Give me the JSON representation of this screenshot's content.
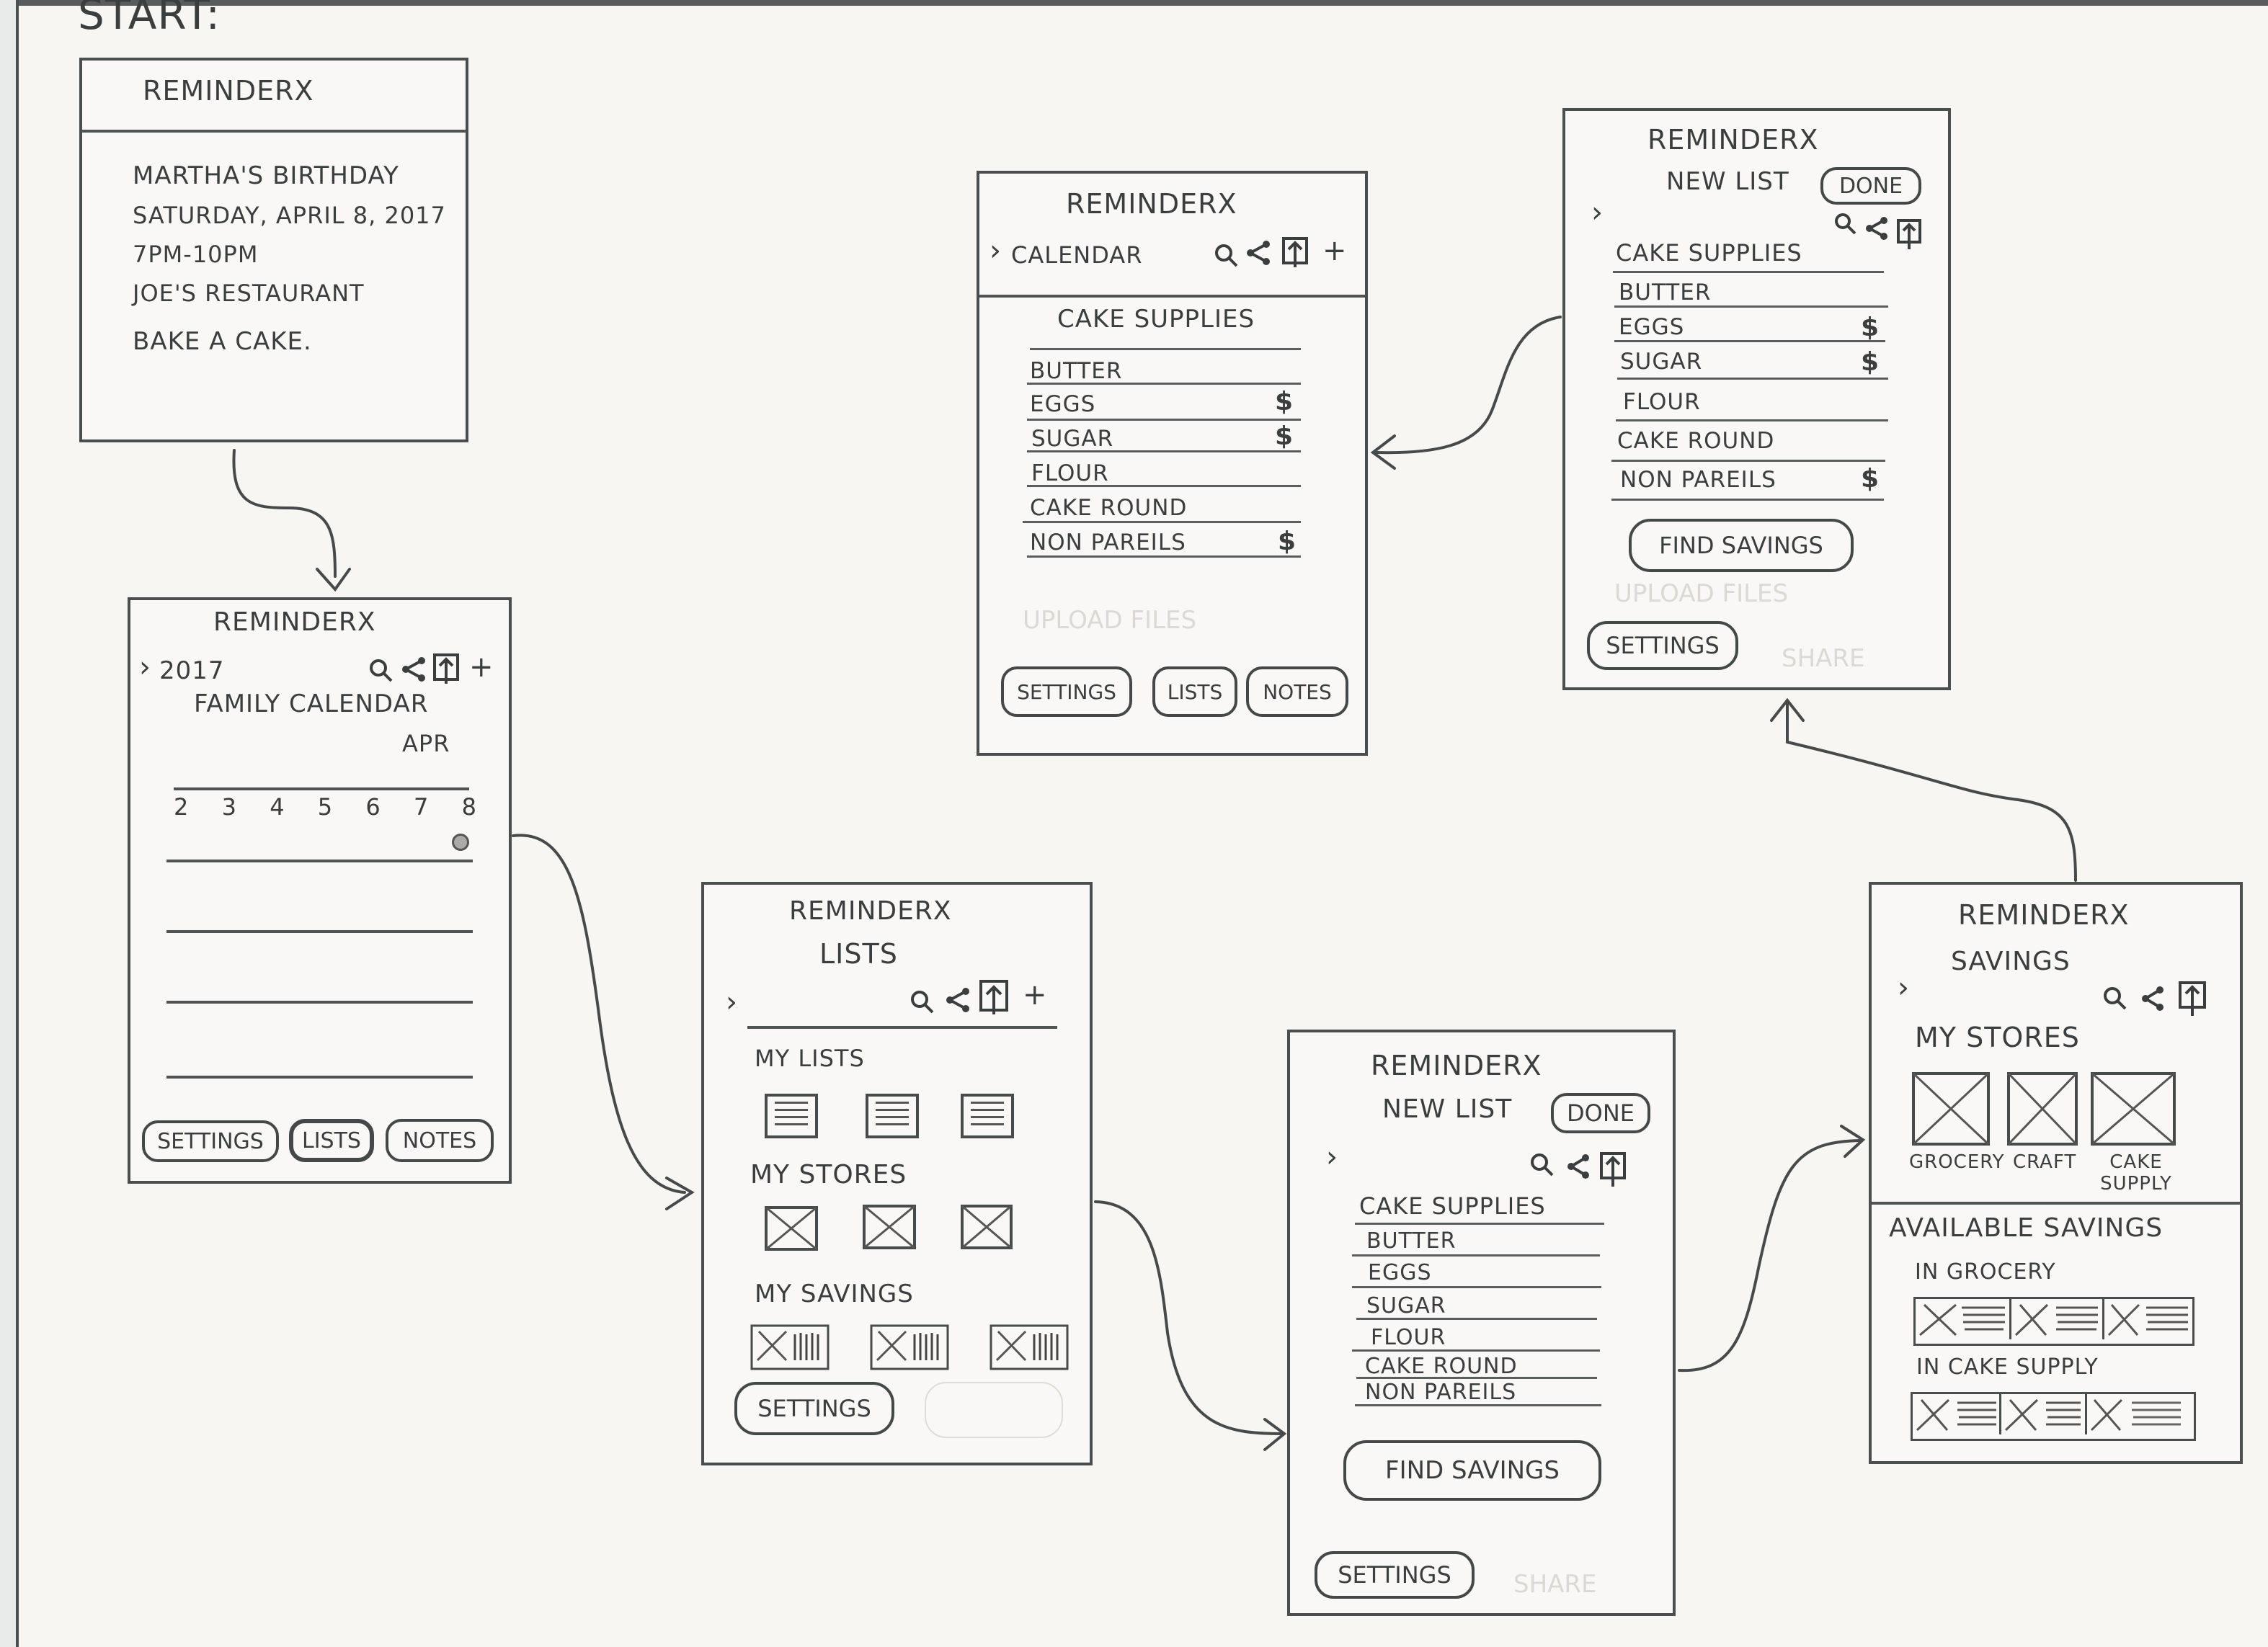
{
  "diagram": {
    "start_label": "START:",
    "app_name": "REMINDERX"
  },
  "screens": {
    "event": {
      "title": "REMINDERX",
      "lines": [
        "MARTHA'S BIRTHDAY",
        "SATURDAY, APRIL 8, 2017",
        "7PM-10PM",
        "JOE'S RESTAURANT",
        "BAKE A CAKE."
      ]
    },
    "family_calendar": {
      "title": "REMINDERX",
      "breadcrumb": "2017",
      "heading": "FAMILY CALENDAR",
      "month": "APR",
      "days": [
        "2",
        "3",
        "4",
        "5",
        "6",
        "7",
        "8"
      ],
      "event_day": "8",
      "buttons": [
        "SETTINGS",
        "LISTS",
        "NOTES"
      ],
      "active_button": "LISTS"
    },
    "lists": {
      "title": "REMINDERX",
      "subtitle": "LISTS",
      "sections": [
        {
          "label": "MY LISTS",
          "type": "list"
        },
        {
          "label": "MY STORES",
          "type": "image"
        },
        {
          "label": "MY SAVINGS",
          "type": "coupon"
        }
      ],
      "buttons": [
        "SETTINGS"
      ]
    },
    "list_detail": {
      "title": "REMINDERX",
      "breadcrumb": "CALENDAR",
      "heading": "CAKE SUPPLIES",
      "items": [
        {
          "name": "BUTTER",
          "saving": ""
        },
        {
          "name": "EGGS",
          "saving": "$"
        },
        {
          "name": "SUGAR",
          "saving": "$"
        },
        {
          "name": "FLOUR",
          "saving": ""
        },
        {
          "name": "CAKE ROUND",
          "saving": ""
        },
        {
          "name": "NON PAREILS",
          "saving": "$"
        }
      ],
      "buttons": [
        "SETTINGS",
        "LISTS",
        "NOTES"
      ]
    },
    "new_list_savings": {
      "title": "REMINDERX",
      "subtitle": "NEW LIST",
      "done_label": "DONE",
      "heading": "CAKE SUPPLIES",
      "items": [
        {
          "name": "BUTTER",
          "saving": ""
        },
        {
          "name": "EGGS",
          "saving": "$"
        },
        {
          "name": "SUGAR",
          "saving": "$"
        },
        {
          "name": "FLOUR",
          "saving": ""
        },
        {
          "name": "CAKE ROUND",
          "saving": ""
        },
        {
          "name": "NON PAREILS",
          "saving": "$"
        }
      ],
      "find_savings_label": "FIND SAVINGS",
      "settings_label": "SETTINGS"
    },
    "new_list": {
      "title": "REMINDERX",
      "subtitle": "NEW LIST",
      "done_label": "DONE",
      "heading": "CAKE SUPPLIES",
      "items": [
        "BUTTER",
        "EGGS",
        "SUGAR",
        "FLOUR",
        "CAKE ROUND",
        "NON PAREILS"
      ],
      "find_savings_label": "FIND SAVINGS",
      "settings_label": "SETTINGS"
    },
    "savings": {
      "title": "REMINDERX",
      "subtitle": "SAVINGS",
      "stores_label": "MY STORES",
      "stores": [
        "GROCERY",
        "CRAFT",
        "CAKE SUPPLY"
      ],
      "available_label": "AVAILABLE SAVINGS",
      "groups": [
        {
          "label": "IN GROCERY",
          "count": 3
        },
        {
          "label": "IN CAKE SUPPLY",
          "count": 3
        }
      ]
    }
  },
  "icons": [
    "chevron-right-icon",
    "search-icon",
    "share-icon",
    "upload-icon",
    "plus-icon",
    "dollar-icon",
    "image-placeholder-icon",
    "list-doc-icon",
    "coupon-icon"
  ],
  "colors": {
    "paper": "#f7f6f3",
    "pencil": "#3b3e3e",
    "ghost": "#d9d9d6"
  }
}
